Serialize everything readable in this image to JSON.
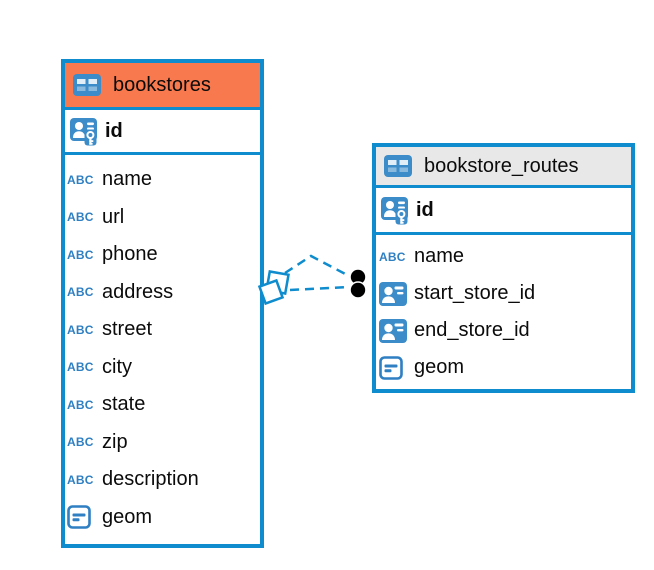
{
  "colors": {
    "accent_blue": "#0E8CCD",
    "icon_blue": "#3B8CC9",
    "abc_blue": "#2F7FC3",
    "header_orange": "#F8794D",
    "header_gray": "#E8E8E8",
    "text": "#0B0B0B",
    "dot_black": "#000000",
    "background": "#FFFFFF"
  },
  "icons": {
    "abc_label": "ABC",
    "table_icon": "table-icon",
    "primary_key_icon": "person-card-with-key-icon",
    "reference_icon": "person-card-icon",
    "geometry_icon": "square-with-dashes-icon"
  },
  "tables": {
    "bookstores": {
      "name": "bookstores",
      "header_color": "#F8794D",
      "primary_key": {
        "label": "id",
        "type": "primary-key"
      },
      "columns": [
        {
          "label": "name",
          "type": "text"
        },
        {
          "label": "url",
          "type": "text"
        },
        {
          "label": "phone",
          "type": "text"
        },
        {
          "label": "address",
          "type": "text"
        },
        {
          "label": "street",
          "type": "text"
        },
        {
          "label": "city",
          "type": "text"
        },
        {
          "label": "state",
          "type": "text"
        },
        {
          "label": "zip",
          "type": "text"
        },
        {
          "label": "description",
          "type": "text"
        },
        {
          "label": "geom",
          "type": "geometry"
        }
      ]
    },
    "bookstore_routes": {
      "name": "bookstore_routes",
      "header_color": "#E8E8E8",
      "primary_key": {
        "label": "id",
        "type": "primary-key"
      },
      "columns": [
        {
          "label": "name",
          "type": "text"
        },
        {
          "label": "start_store_id",
          "type": "reference"
        },
        {
          "label": "end_store_id",
          "type": "reference"
        },
        {
          "label": "geom",
          "type": "geometry"
        }
      ]
    }
  },
  "relationship": {
    "style": "dashed",
    "from_table": "bookstores",
    "to_table": "bookstore_routes",
    "line_count": 2
  }
}
